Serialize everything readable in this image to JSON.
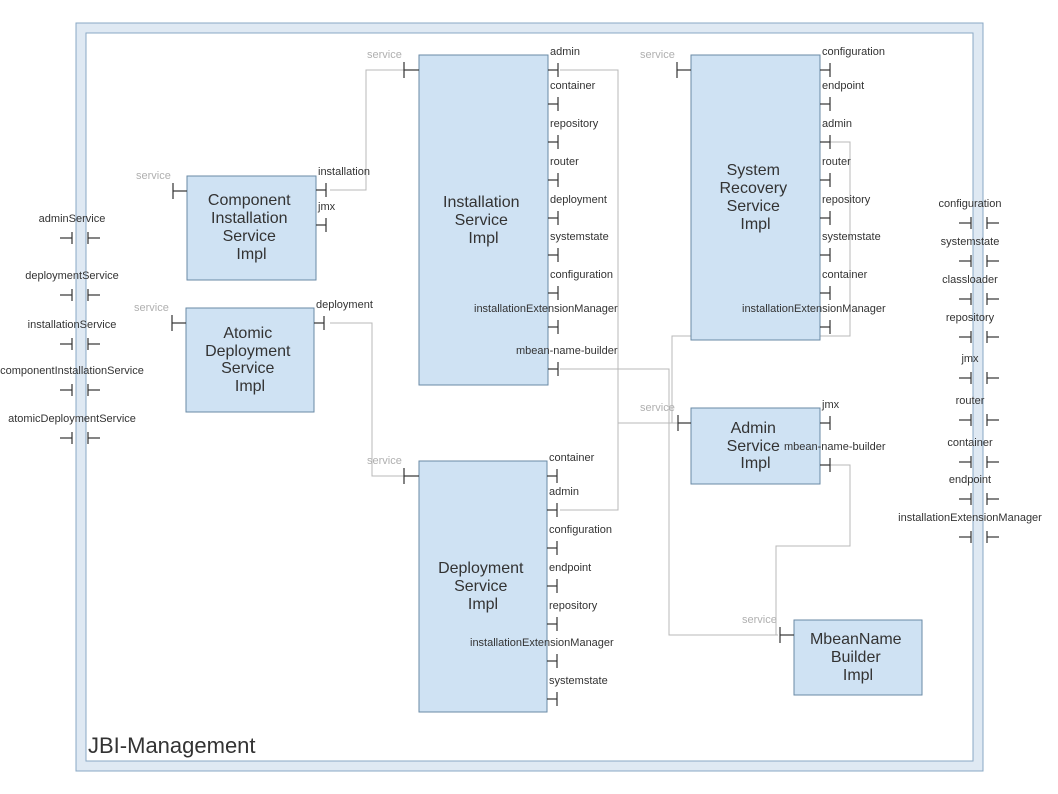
{
  "title": "JBI-Management",
  "service_label": "service",
  "nodes": [
    {
      "id": "component",
      "lines": [
        "Component",
        "Installation",
        "Service",
        "Impl"
      ]
    },
    {
      "id": "atomic",
      "lines": [
        "Atomic",
        "Deployment",
        "Service",
        "Impl"
      ]
    },
    {
      "id": "installation",
      "lines": [
        "Installation",
        "Service",
        "Impl"
      ]
    },
    {
      "id": "deployment",
      "lines": [
        "Deployment",
        "Service",
        "Impl"
      ]
    },
    {
      "id": "recovery",
      "lines": [
        "System",
        "Recovery",
        "Service",
        "Impl"
      ]
    },
    {
      "id": "admin",
      "lines": [
        "Admin",
        "Service",
        "Impl"
      ]
    },
    {
      "id": "mbean",
      "lines": [
        "MbeanName",
        "Builder",
        "Impl"
      ]
    }
  ],
  "ports": {
    "component": [
      "installation",
      "jmx"
    ],
    "atomic": [
      "deployment"
    ],
    "installation": [
      "admin",
      "container",
      "repository",
      "router",
      "deployment",
      "systemstate",
      "configuration",
      "installationExtensionManager",
      "mbean-name-builder"
    ],
    "deployment": [
      "container",
      "admin",
      "configuration",
      "endpoint",
      "repository",
      "installationExtensionManager",
      "systemstate"
    ],
    "recovery": [
      "configuration",
      "endpoint",
      "admin",
      "router",
      "repository",
      "systemstate",
      "container",
      "installationExtensionManager"
    ],
    "admin": [
      "jmx",
      "mbean-name-builder"
    ]
  },
  "left_interfaces": [
    "adminService",
    "deploymentService",
    "installationService",
    "componentInstallationService",
    "atomicDeploymentService"
  ],
  "right_interfaces": [
    "configuration",
    "systemstate",
    "classloader",
    "repository",
    "jmx",
    "router",
    "container",
    "endpoint",
    "installationExtensionManager"
  ]
}
